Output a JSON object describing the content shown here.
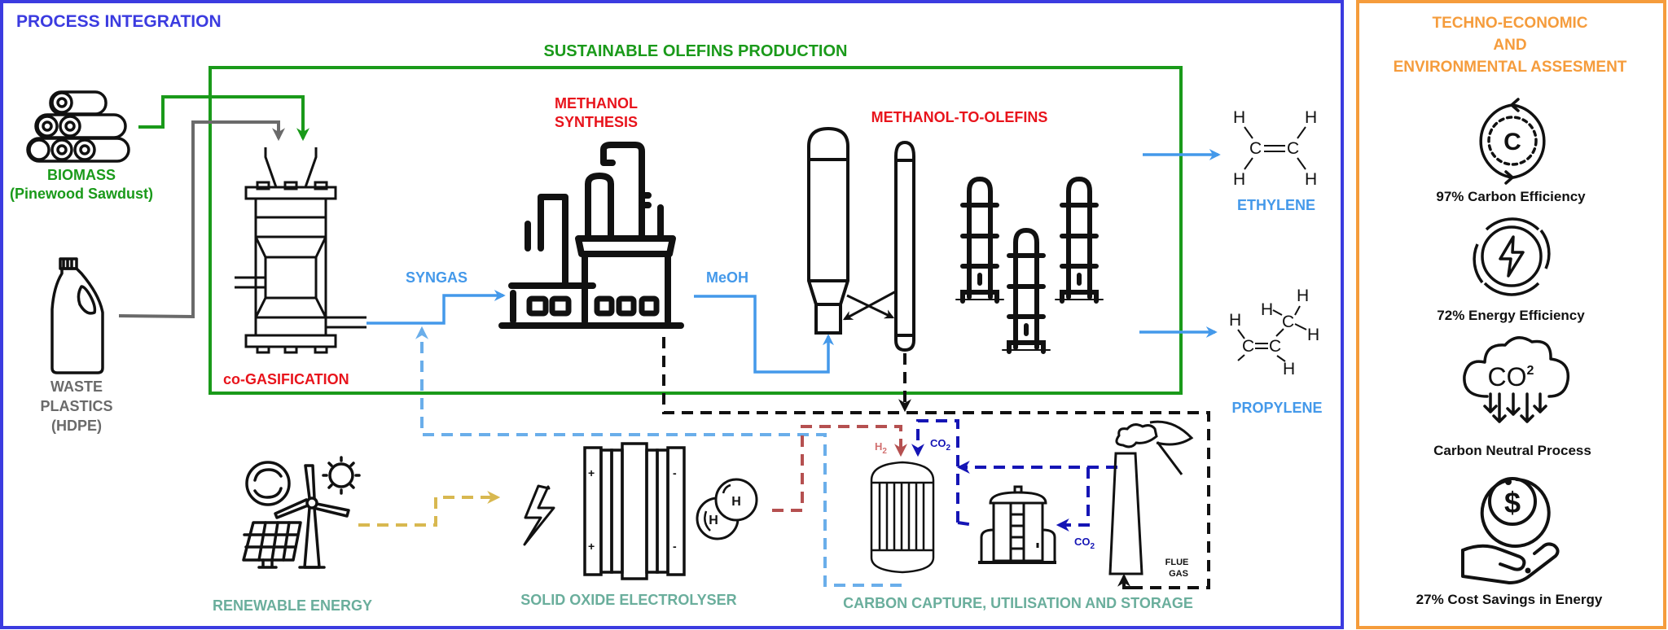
{
  "colors": {
    "frame_process": "#3b3be0",
    "frame_assessment": "#f59c3c",
    "olefins_box": "#1a9a1a",
    "biomass_flow": "#1a9a1a",
    "plastic_flow": "#6a6a6a",
    "product_flow": "#4499ea",
    "recycle_flow": "#6aaeea",
    "hydrogen_flow": "#b55050",
    "co2_flow": "#1515b5",
    "energy_flow": "#d8b850",
    "offgas_flow": "#111111"
  },
  "process": {
    "title": "PROCESS INTEGRATION",
    "olefins_box_title": "SUSTAINABLE OLEFINS PRODUCTION",
    "feedstocks": {
      "biomass": {
        "label": "BIOMASS",
        "sublabel": "(Pinewood Sawdust)",
        "icon": "logs-icon"
      },
      "plastics": {
        "line1": "WASTE",
        "line2": "PLASTICS",
        "line3": "(HDPE)",
        "icon": "plastic-bottle-icon"
      }
    },
    "units": {
      "gasification": {
        "label": "co-GASIFICATION",
        "icon": "gasifier-icon"
      },
      "methanol": {
        "line1": "METHANOL",
        "line2": "SYNTHESIS",
        "icon": "factory-icon"
      },
      "mto": {
        "label": "METHANOL-TO-OLEFINS",
        "icon": "reactor-columns-icon"
      }
    },
    "streams": {
      "syngas": "SYNGAS",
      "meoh": "MeOH",
      "h2": "H",
      "h2_sub": "2",
      "co2": "CO",
      "co2_sub": "2",
      "flue_line1": "FLUE",
      "flue_line2": "GAS"
    },
    "products": {
      "ethylene": {
        "label": "ETHYLENE",
        "atoms": [
          "H",
          "H",
          "C",
          "C",
          "H",
          "H"
        ]
      },
      "propylene": {
        "label": "PROPYLENE",
        "atoms": [
          "H",
          "C",
          "C",
          "H",
          "H",
          "C",
          "H",
          "H"
        ]
      }
    },
    "bottom_sections": {
      "renewable": "RENEWABLE ENERGY",
      "electrolyser": "SOLID OXIDE ELECTROLYSER",
      "ccus": "CARBON CAPTURE, UTILISATION AND STORAGE"
    },
    "electrolyser_signs": {
      "plus": "+",
      "minus": "-",
      "h_atom": "H"
    }
  },
  "assessment": {
    "title_line1": "TECHNO-ECONOMIC",
    "title_line2": "AND",
    "title_line3": "ENVIRONMENTAL ASSESMENT",
    "metrics": [
      {
        "icon": "carbon-cycle-icon",
        "label": "97% Carbon Efficiency",
        "glyph": "C"
      },
      {
        "icon": "energy-cycle-icon",
        "label": "72% Energy Efficiency"
      },
      {
        "icon": "co2-cloud-icon",
        "label": "Carbon Neutral Process",
        "glyph": "CO",
        "glyph_sup": "2"
      },
      {
        "icon": "money-hand-icon",
        "label": "27% Cost Savings in Energy",
        "glyph": "$"
      }
    ]
  }
}
